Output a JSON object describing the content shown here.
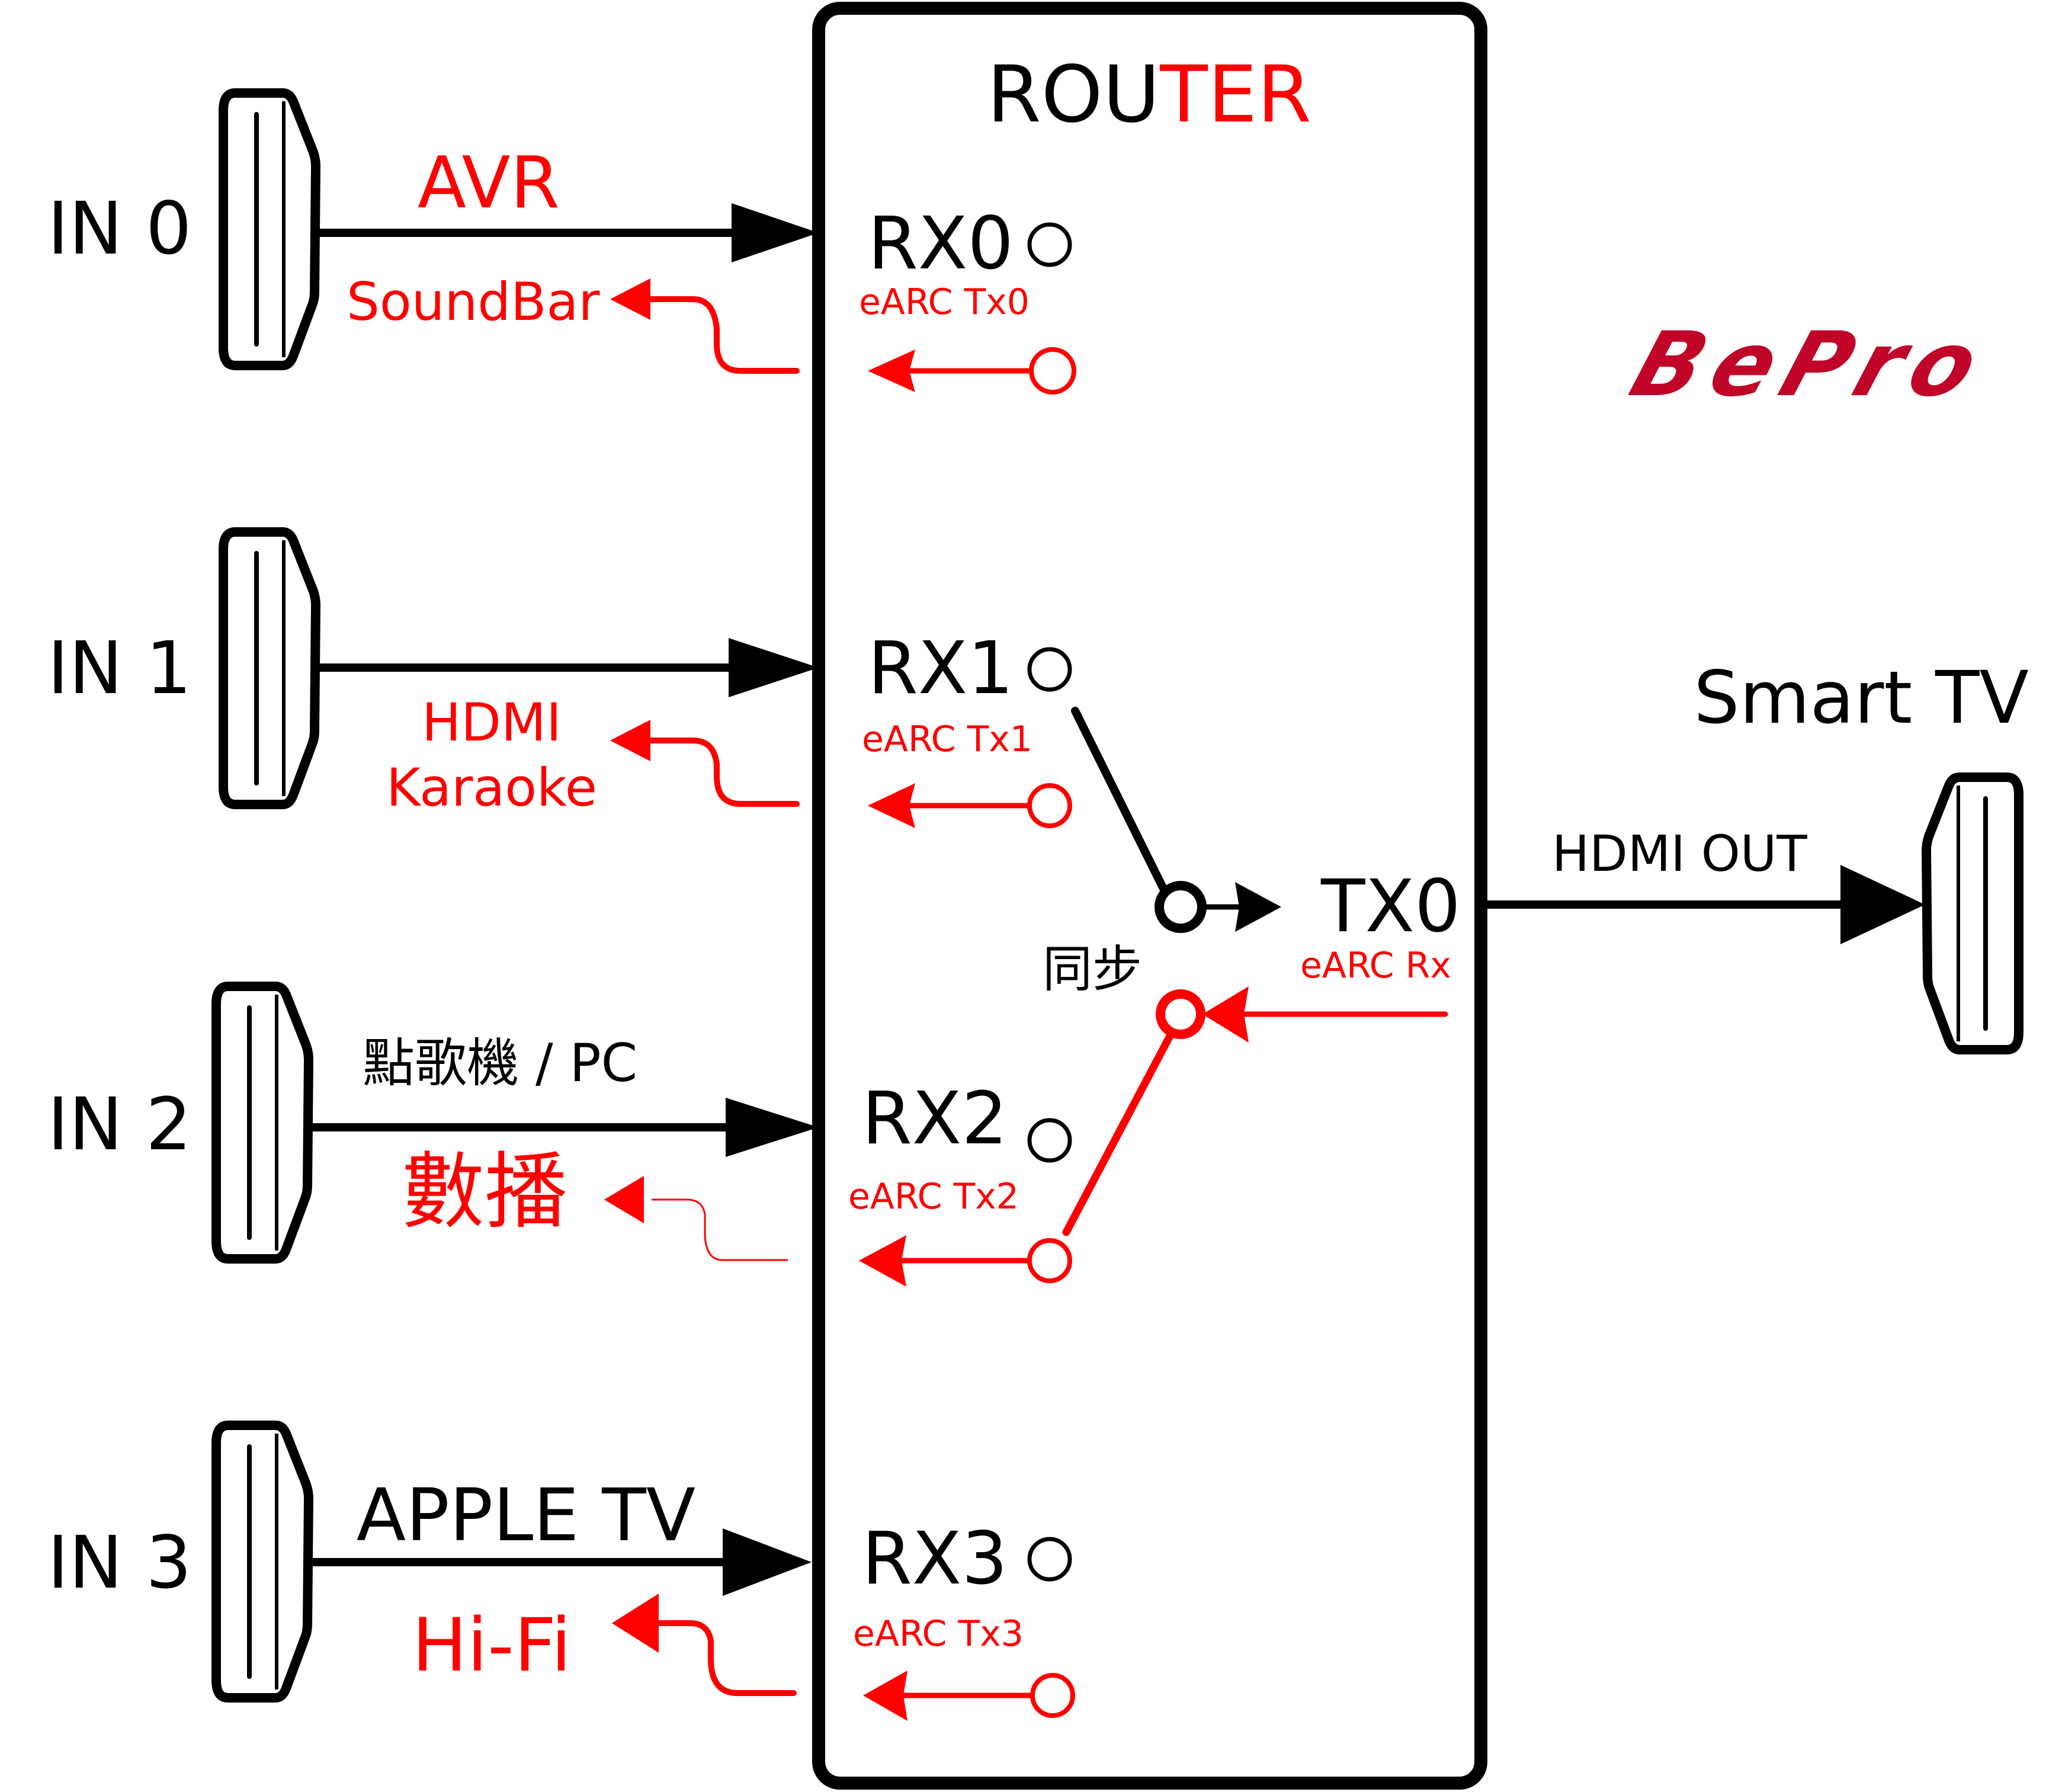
{
  "router": {
    "title_black": "ROU",
    "title_red": "TER"
  },
  "brand": {
    "logo_text": "BePro",
    "color": "#c00528"
  },
  "colors": {
    "line": "#000000",
    "earc": "#ff0000"
  },
  "inputs": [
    {
      "port": "IN 0",
      "source_label": "AVR",
      "source_color": "#ff0000",
      "return_label": "SoundBar",
      "rx": "RX0",
      "earc_tx": "eARC Tx0"
    },
    {
      "port": "IN 1",
      "source_label": "",
      "return_label_line1": "HDMI",
      "return_label_line2": "Karaoke",
      "rx": "RX1",
      "earc_tx": "eARC Tx1"
    },
    {
      "port": "IN 2",
      "source_label": "點歌機 / PC",
      "source_color": "#000000",
      "return_label": "數播",
      "rx": "RX2",
      "earc_tx": "eARC Tx2"
    },
    {
      "port": "IN 3",
      "source_label": "APPLE TV",
      "source_color": "#000000",
      "return_label": "Hi-Fi",
      "rx": "RX3",
      "earc_tx": "eARC Tx3"
    }
  ],
  "output": {
    "tx": "TX0",
    "earc_rx": "eARC Rx",
    "sync_label": "同步",
    "link_label": "HDMI OUT",
    "device": "Smart TV"
  },
  "switch_state": {
    "video_source": "RX1",
    "earc_target": "eARC Tx2"
  }
}
